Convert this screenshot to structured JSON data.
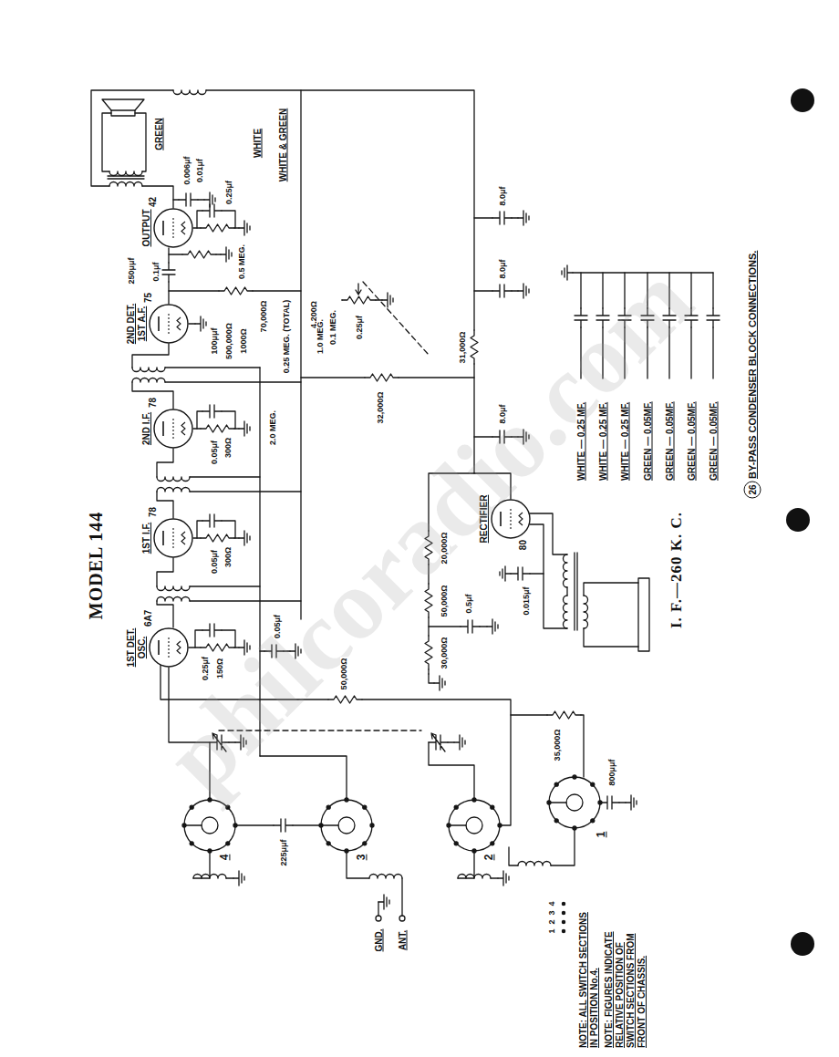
{
  "diagram": {
    "title": "MODEL 144",
    "nodes": [
      {
        "text": [
          "1ST DET. OSC.",
          "6A7"
        ]
      },
      {
        "text": [
          "1ST I.F.",
          "78"
        ]
      },
      {
        "text": [
          "2ND I.F.",
          "78"
        ]
      },
      {
        "text": [
          "2ND DET. 1ST A.F.",
          "75"
        ]
      },
      {
        "text": [
          "OUTPUT",
          "42"
        ]
      },
      {
        "text": [
          "RECTIFIER",
          "80"
        ]
      }
    ],
    "labels": [
      "philcoradio.com",
      "I. F.—260 K. C.",
      "26",
      "BY-PASS CONDENSER BLOCK CONNECTIONS.",
      "WHITE — 0.25 MF.",
      "WHITE — 0.25 MF.",
      "WHITE — 0.25 MF.",
      "GREEN — 0.05MF.",
      "GREEN — 0.05MF.",
      "GREEN — 0.05MF.",
      "GREEN — 0.05MF.",
      "NOTE: ALL SWITCH SECTIONS IN POSITION No.4.",
      "NOTE: FIGURES INDICATE RELATIVE POSITION OF SWITCH SECTIONS FROM FRONT OF CHASSIS.",
      "1",
      "2",
      "3",
      "4",
      "GND.",
      "ANT.",
      "4",
      "3",
      "2",
      "1",
      "GREEN",
      "WHITE",
      "WHITE & GREEN",
      "250μμf",
      "0.1μf",
      "0.5 MEG.",
      "70,000Ω",
      "4,200Ω",
      "0.006μf",
      "0.01μf",
      "0.25μf",
      "100μμf",
      "500,000Ω",
      "1000Ω",
      "0.05μf",
      "300Ω",
      "2.0 MEG.",
      "0.05μf",
      "300Ω",
      "0.25μf",
      "150Ω",
      "50,000Ω",
      "0.05μf",
      "0.25 MEG. (TOTAL)",
      "1.0 MEG.",
      "0.1 MEG.",
      "0.25μf",
      "32,000Ω",
      "31,000Ω",
      "30,000Ω",
      "50,000Ω",
      "20,000Ω",
      "8.0μf",
      "8.0μf",
      "8.0μf",
      "0.015μf",
      "0.5μf",
      "35,000Ω",
      "800μμf",
      "225μμf"
    ]
  }
}
